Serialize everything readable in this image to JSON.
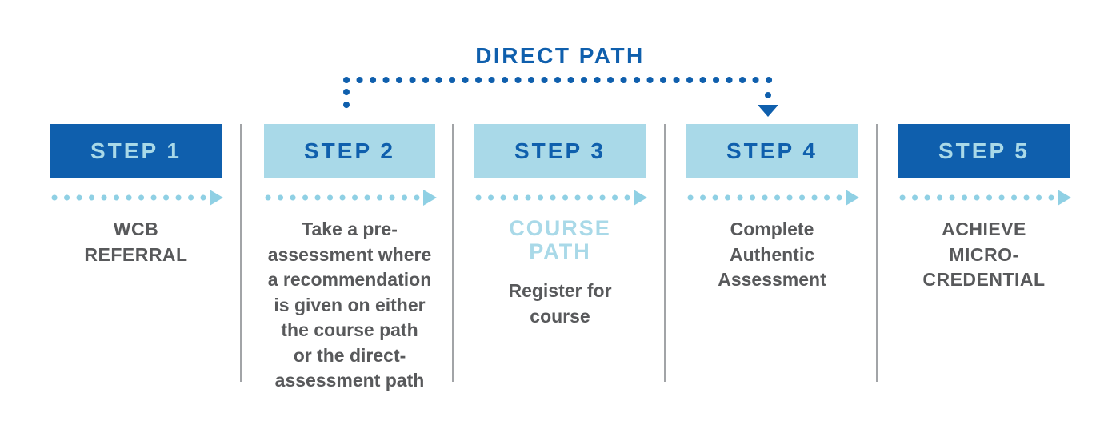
{
  "direct_path": {
    "label": "DIRECT PATH"
  },
  "steps": [
    {
      "id": "step-1",
      "label": "STEP 1",
      "variant": "dark",
      "lines": [
        "WCB",
        "REFERRAL"
      ]
    },
    {
      "id": "step-2",
      "label": "STEP 2",
      "variant": "light",
      "lines": [
        "Take a pre-",
        "assessment where",
        "a recommendation",
        "is given on either",
        "the course path",
        "or the direct-",
        "assessment path"
      ]
    },
    {
      "id": "step-3",
      "label": "STEP 3",
      "variant": "light",
      "subheading_lines": [
        "COURSE",
        "PATH"
      ],
      "lines": [
        "Register for",
        "course"
      ]
    },
    {
      "id": "step-4",
      "label": "STEP 4",
      "variant": "light",
      "lines": [
        "Complete",
        "Authentic",
        "Assessment"
      ]
    },
    {
      "id": "step-5",
      "label": "STEP 5",
      "variant": "dark",
      "lines": [
        "ACHIEVE",
        "MICRO-",
        "CREDENTIAL"
      ]
    }
  ],
  "colors": {
    "dark_blue": "#0f5fad",
    "light_blue_box": "#a9d9e8",
    "arrow_light_blue": "#8fd0e4",
    "text_gray": "#58595b",
    "divider_gray": "#a2a4a7",
    "background": "#ffffff"
  }
}
